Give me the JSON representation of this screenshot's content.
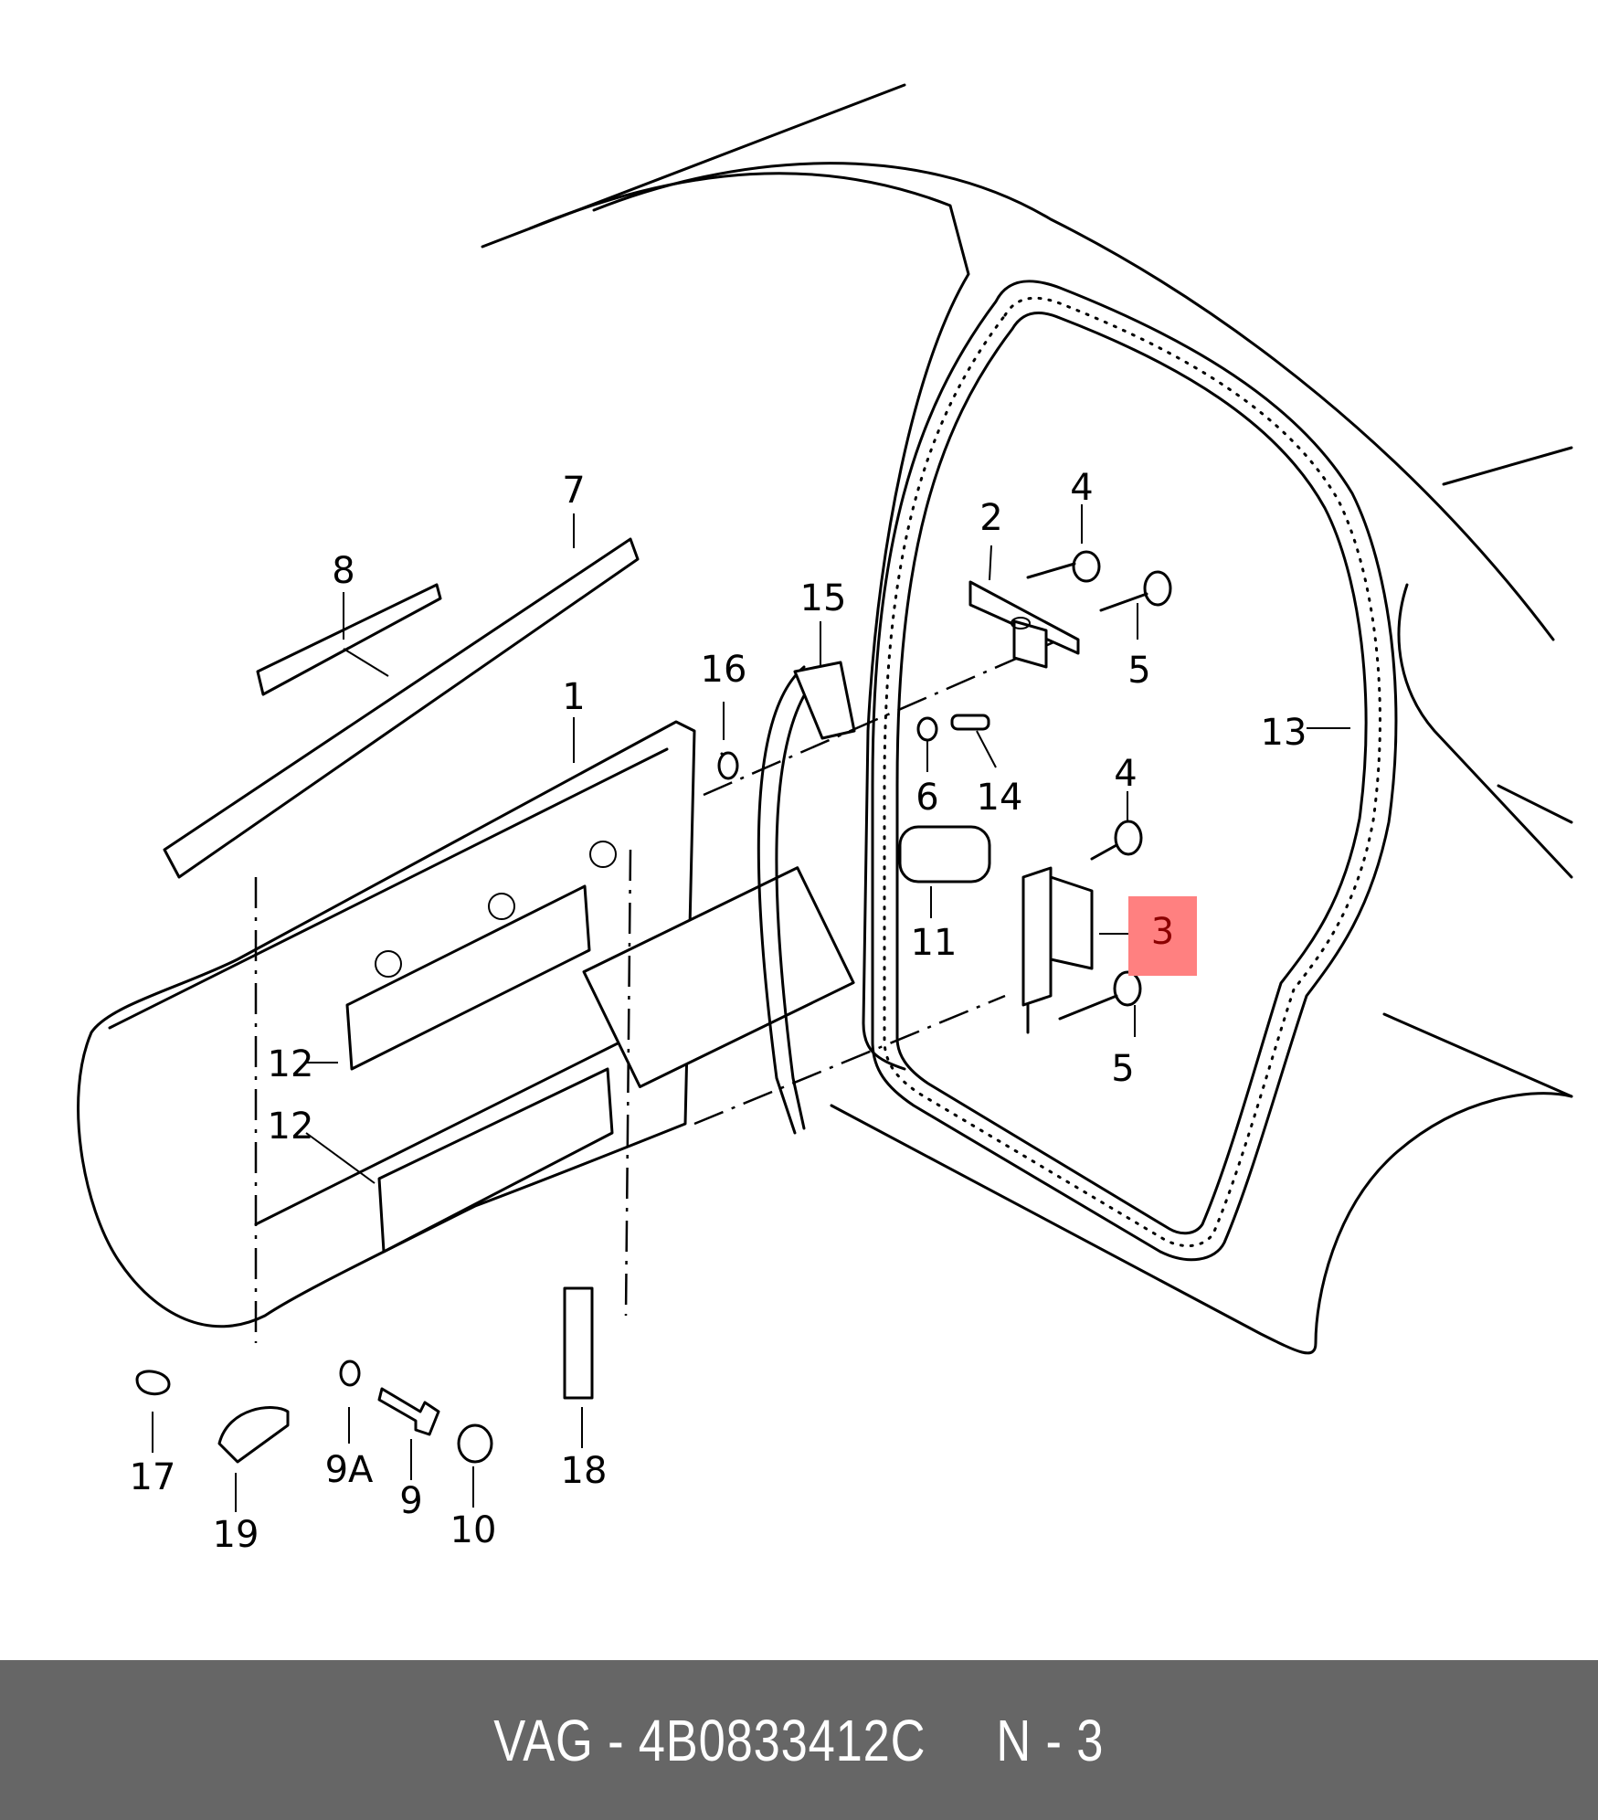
{
  "diagram": {
    "title": "Rear door parts exploded view",
    "highlighted_part": "3",
    "highlight_color": "#ff8080",
    "callouts": [
      "1",
      "2",
      "3",
      "4",
      "4",
      "5",
      "5",
      "6",
      "7",
      "8",
      "9",
      "9A",
      "10",
      "11",
      "12",
      "12",
      "13",
      "14",
      "15",
      "16",
      "17",
      "18",
      "19"
    ],
    "labels": {
      "p1": "1",
      "p2": "2",
      "p3": "3",
      "p4a": "4",
      "p4b": "4",
      "p5a": "5",
      "p5b": "5",
      "p6": "6",
      "p7": "7",
      "p8": "8",
      "p9": "9",
      "p9a": "9A",
      "p10": "10",
      "p11": "11",
      "p12a": "12",
      "p12b": "12",
      "p13": "13",
      "p14": "14",
      "p15": "15",
      "p16": "16",
      "p17": "17",
      "p18": "18",
      "p19": "19"
    }
  },
  "footer": {
    "brand": "VAG",
    "part_number": "4B0833412C",
    "position": "N - 3",
    "text": "VAG - 4B0833412C     N - 3",
    "background": "#666666"
  }
}
